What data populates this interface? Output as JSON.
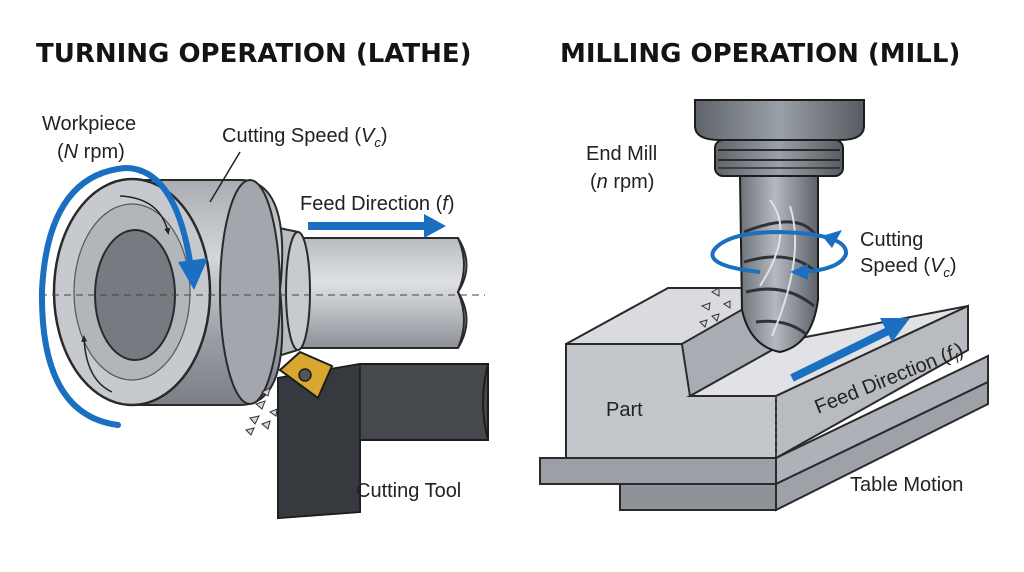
{
  "turning": {
    "title": "TURNING OPERATION (LATHE)",
    "workpiece_line1": "Workpiece",
    "workpiece_line2_open": "(",
    "workpiece_var": "N",
    "workpiece_line2_close": " rpm)",
    "cutting_speed_text": "Cutting Speed (",
    "cutting_speed_var": "V",
    "cutting_speed_sub": "c",
    "cutting_speed_close": ")",
    "feed_text": "Feed Direction (",
    "feed_var": "f",
    "feed_close": ")",
    "tool_label": "Cutting Tool"
  },
  "milling": {
    "title": "MILLING OPERATION (MILL)",
    "endmill_line1": "End Mill",
    "endmill_open": "(",
    "endmill_var": "n",
    "endmill_close": " rpm)",
    "speed_line1": "Cutting",
    "speed_line2_text": "Speed (",
    "speed_var": "V",
    "speed_sub": "c",
    "speed_close": ")",
    "feed_text": "Feed Direction (",
    "feed_var": "f",
    "feed_sub": "f",
    "feed_close": ")",
    "part_label": "Part",
    "table_label": "Table Motion"
  },
  "colors": {
    "arrow_blue": "#1a6fc0",
    "metal_light": "#c9ccd1",
    "metal_mid": "#9ea3aa",
    "metal_dark": "#5f646b",
    "tool_dark": "#3c3f44",
    "insert_gold": "#d9a630",
    "outline": "#2a2a2a"
  },
  "icons": [
    "rotation-arrow-icon",
    "feed-arrow-icon",
    "chip-icon"
  ]
}
